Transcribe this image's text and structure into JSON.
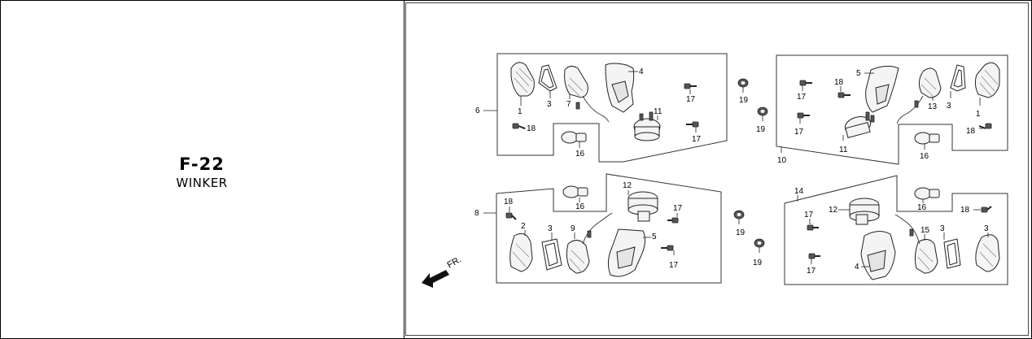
{
  "header": {
    "code": "F-22",
    "name": "WINKER"
  },
  "diagram": {
    "direction_label": "FR.",
    "callouts": {
      "c6": "6",
      "c1a": "1",
      "c3a": "3",
      "c7": "7",
      "c4a": "4",
      "c17a": "17",
      "c11a": "11",
      "c18a": "18",
      "c16a": "16",
      "c17b": "17",
      "c19a": "19",
      "c19b": "19",
      "c19c": "19",
      "c19d": "19",
      "c5a": "5",
      "c18b": "18",
      "c17c": "17",
      "c13": "13",
      "c3b": "3",
      "c1b": "1",
      "c17d": "17",
      "c11b": "11",
      "c10": "10",
      "c16b": "16",
      "c18c": "18",
      "c8": "8",
      "c18d": "18",
      "c16c": "16",
      "c12a": "12",
      "c17e": "17",
      "c2": "2",
      "c3c": "3",
      "c9": "9",
      "c5b": "5",
      "c17f": "17",
      "c14": "14",
      "c12b": "12",
      "c16d": "16",
      "c18e": "18",
      "c17g": "17",
      "c3d": "3",
      "c15": "15",
      "c3e": "3",
      "c17h": "17",
      "c4b": "4"
    }
  }
}
